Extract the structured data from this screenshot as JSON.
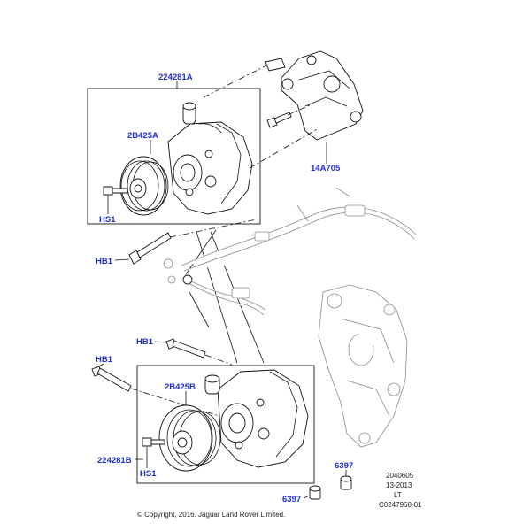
{
  "labels": {
    "assembly_upper": "224281A",
    "pump_upper": "2B425A",
    "bracket": "14A705",
    "screw_upper": "HS1",
    "bolt_upper": "HB1",
    "bolt_lower_a": "HB1",
    "bolt_lower_b": "HB1",
    "pump_lower": "2B425B",
    "assembly_lower": "224281B",
    "screw_lower": "HS1",
    "bush_a": "6397",
    "bush_b": "6397"
  },
  "meta": {
    "line1": "2040605",
    "line2": "13-2013",
    "line3": "LT",
    "line4": "C0247968-01"
  },
  "copyright": "© Copyright, 2016. Jaguar Land Rover Limited.",
  "colors": {
    "callout": "#1f2fd1",
    "line": "#111111",
    "ghost": "#8a8a8a"
  }
}
